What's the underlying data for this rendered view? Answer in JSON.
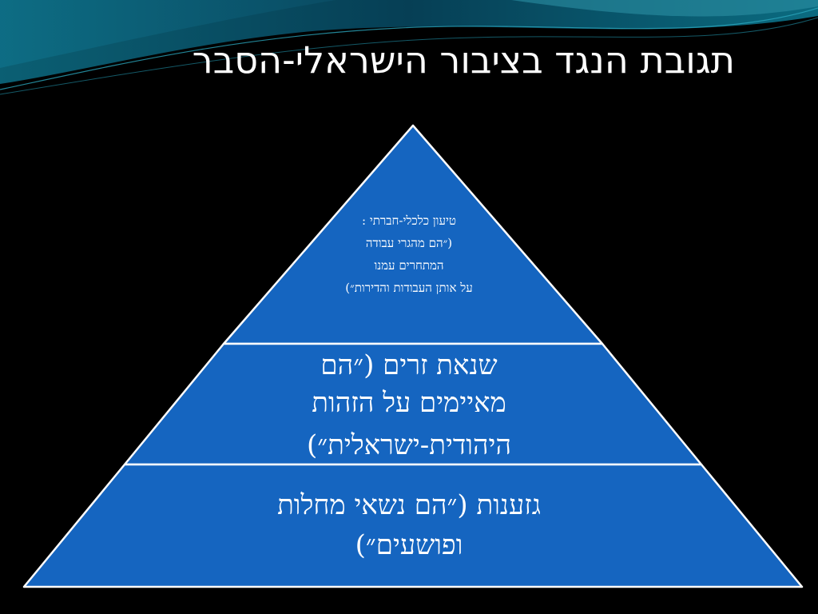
{
  "slide": {
    "title": "תגובת הנגד בציבור הישראלי-הסבר"
  },
  "pyramid": {
    "top_tier": {
      "lines": [
        "טיעון כלכלי-חברתי :",
        "(״הם מהגרי עבודה",
        "המתחרים עמנו",
        "על אותן העבודות והדירות״)"
      ]
    },
    "middle_tier": {
      "lines": [
        "שנאת זרים (״הם",
        "מאיימים על הזהות",
        "היהודית-ישראלית״)"
      ]
    },
    "bottom_tier": {
      "lines": [
        "גזענות (״הם נשאי מחלות",
        "ופושעים״)"
      ]
    }
  },
  "colors": {
    "background": "#000000",
    "pyramid_fill": "#1565c0",
    "pyramid_stroke": "#ffffff",
    "wave_teal": "#0b5f73",
    "wave_dark": "#003a4d"
  }
}
